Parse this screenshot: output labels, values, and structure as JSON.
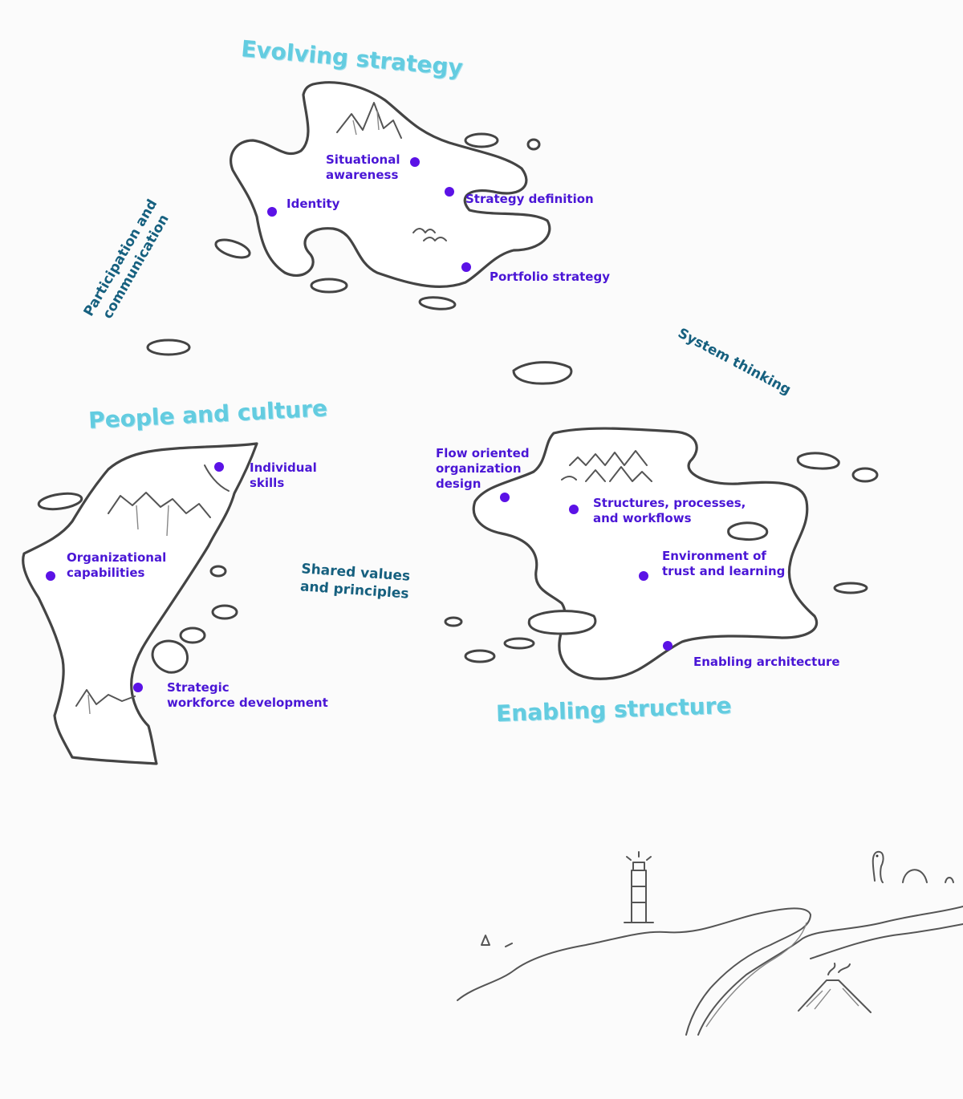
{
  "regions": {
    "evolving_strategy": "Evolving strategy",
    "people_and_culture": "People and culture",
    "enabling_structure": "Enabling structure"
  },
  "themes": {
    "participation": "Participation and\ncommunication",
    "system_thinking": "System thinking",
    "shared_values": "Shared values\nand principles"
  },
  "places": {
    "situational_awareness": "Situational\nawareness",
    "identity": "Identity",
    "strategy_definition": "Strategy definition",
    "portfolio_strategy": "Portfolio strategy",
    "individual_skills": "Individual\nskills",
    "organizational_capabilities": "Organizational\ncapabilities",
    "strategic_workforce_development": "Strategic\nworkforce development",
    "flow_oriented_design": "Flow oriented\norganization\ndesign",
    "structures_processes": "Structures, processes,\nand workflows",
    "environment_trust": "Environment of\ntrust and learning",
    "enabling_architecture": "Enabling architecture"
  },
  "colors": {
    "region_label": "#63cce0",
    "theme_label": "#16607f",
    "place_label": "#4a16d6",
    "marker": "#5b12e6",
    "outline": "#444444"
  },
  "icons": [
    "mountain-icon",
    "bird-icon",
    "lighthouse-icon",
    "sea-serpent-icon",
    "volcano-icon",
    "ship-icon"
  ]
}
